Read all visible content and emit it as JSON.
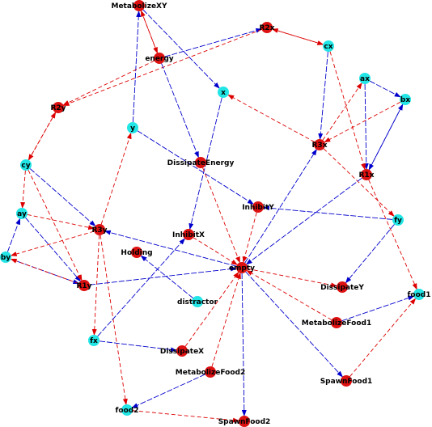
{
  "colors": {
    "red": "#dd0000",
    "blue": "#0000cc",
    "cyan": "#22e5e5",
    "node_red": "#dd1111"
  },
  "nodes": [
    {
      "id": "MetabolizeXY",
      "label": "MetabolizeXY",
      "color": "red"
    },
    {
      "id": "R2x",
      "label": "R2x",
      "color": "red"
    },
    {
      "id": "cx",
      "label": "cx",
      "color": "cyan"
    },
    {
      "id": "energy",
      "label": "energy",
      "color": "red"
    },
    {
      "id": "ax",
      "label": "ax",
      "color": "cyan"
    },
    {
      "id": "x",
      "label": "x",
      "color": "cyan"
    },
    {
      "id": "bx",
      "label": "bx",
      "color": "cyan"
    },
    {
      "id": "R2y",
      "label": "R2y",
      "color": "red"
    },
    {
      "id": "y",
      "label": "y",
      "color": "cyan"
    },
    {
      "id": "R3x",
      "label": "R3x",
      "color": "red"
    },
    {
      "id": "cy",
      "label": "cy",
      "color": "cyan"
    },
    {
      "id": "DissipateEnergy",
      "label": "DissipateEnergy",
      "color": "red"
    },
    {
      "id": "R1x",
      "label": "R1x",
      "color": "red"
    },
    {
      "id": "ay",
      "label": "ay",
      "color": "cyan"
    },
    {
      "id": "InhibitY",
      "label": "InhibitY",
      "color": "red"
    },
    {
      "id": "fy",
      "label": "fy",
      "color": "cyan"
    },
    {
      "id": "R3y",
      "label": "R3y",
      "color": "red"
    },
    {
      "id": "InhibitX",
      "label": "InhibitX",
      "color": "red"
    },
    {
      "id": "by",
      "label": "by",
      "color": "cyan"
    },
    {
      "id": "Holding",
      "label": "Holding",
      "color": "red"
    },
    {
      "id": "empty",
      "label": "empty",
      "color": "red"
    },
    {
      "id": "R1y",
      "label": "R1y",
      "color": "red"
    },
    {
      "id": "DissipateY",
      "label": "DissipateY",
      "color": "red"
    },
    {
      "id": "food1",
      "label": "food1",
      "color": "cyan"
    },
    {
      "id": "distractor",
      "label": "distractor",
      "color": "cyan"
    },
    {
      "id": "MetabolizeFood1",
      "label": "MetabolizeFood1",
      "color": "red"
    },
    {
      "id": "fx",
      "label": "fx",
      "color": "cyan"
    },
    {
      "id": "DissipateX",
      "label": "DissipateX",
      "color": "red"
    },
    {
      "id": "MetabolizeFood2",
      "label": "MetabolizeFood2",
      "color": "red"
    },
    {
      "id": "SpawnFood1",
      "label": "SpawnFood1",
      "color": "red"
    },
    {
      "id": "food2",
      "label": "food2",
      "color": "cyan"
    },
    {
      "id": "SpawnFood2",
      "label": "SpawnFood2",
      "color": "red"
    }
  ],
  "edges": [
    {
      "from": "MetabolizeXY",
      "to": "energy",
      "color": "red"
    },
    {
      "from": "energy",
      "to": "MetabolizeXY",
      "color": "red"
    },
    {
      "from": "y",
      "to": "MetabolizeXY",
      "color": "blue"
    },
    {
      "from": "MetabolizeXY",
      "to": "x",
      "color": "blue"
    },
    {
      "from": "energy",
      "to": "R2x",
      "color": "blue"
    },
    {
      "from": "R2x",
      "to": "cx",
      "color": "red"
    },
    {
      "from": "cx",
      "to": "R2x",
      "color": "red"
    },
    {
      "from": "R2x",
      "to": "R2y",
      "color": "red"
    },
    {
      "from": "energy",
      "to": "R2y",
      "color": "red"
    },
    {
      "from": "R2y",
      "to": "cy",
      "color": "red"
    },
    {
      "from": "cy",
      "to": "R2y",
      "color": "red"
    },
    {
      "from": "energy",
      "to": "DissipateEnergy",
      "color": "blue"
    },
    {
      "from": "x",
      "to": "InhibitX",
      "color": "blue"
    },
    {
      "from": "R3x",
      "to": "x",
      "color": "red"
    },
    {
      "from": "cx",
      "to": "R3x",
      "color": "blue"
    },
    {
      "from": "R3x",
      "to": "ax",
      "color": "red"
    },
    {
      "from": "ax",
      "to": "R1x",
      "color": "blue"
    },
    {
      "from": "ax",
      "to": "bx",
      "color": "blue"
    },
    {
      "from": "bx",
      "to": "R3x",
      "color": "red"
    },
    {
      "from": "bx",
      "to": "R1x",
      "color": "blue"
    },
    {
      "from": "R1x",
      "to": "bx",
      "color": "blue"
    },
    {
      "from": "cx",
      "to": "R1x",
      "color": "red"
    },
    {
      "from": "R3x",
      "to": "fy",
      "color": "red"
    },
    {
      "from": "R1x",
      "to": "food1",
      "color": "red"
    },
    {
      "from": "y",
      "to": "InhibitY",
      "color": "blue"
    },
    {
      "from": "R3y",
      "to": "y",
      "color": "red"
    },
    {
      "from": "cy",
      "to": "ay",
      "color": "red"
    },
    {
      "from": "cy",
      "to": "R3y",
      "color": "blue"
    },
    {
      "from": "ay",
      "to": "R3y",
      "color": "red"
    },
    {
      "from": "ay",
      "to": "R1y",
      "color": "blue"
    },
    {
      "from": "by",
      "to": "ay",
      "color": "blue"
    },
    {
      "from": "R3y",
      "to": "by",
      "color": "red"
    },
    {
      "from": "by",
      "to": "R1y",
      "color": "blue"
    },
    {
      "from": "R1y",
      "to": "by",
      "color": "red"
    },
    {
      "from": "cy",
      "to": "R1y",
      "color": "red"
    },
    {
      "from": "R3y",
      "to": "fx",
      "color": "red"
    },
    {
      "from": "R3y",
      "to": "food2",
      "color": "red"
    },
    {
      "from": "fy",
      "to": "DissipateY",
      "color": "blue"
    },
    {
      "from": "fy",
      "to": "InhibitY",
      "color": "blue"
    },
    {
      "from": "fx",
      "to": "DissipateX",
      "color": "blue"
    },
    {
      "from": "fx",
      "to": "InhibitX",
      "color": "blue"
    },
    {
      "from": "empty",
      "to": "R3x",
      "color": "blue"
    },
    {
      "from": "R1x",
      "to": "empty",
      "color": "blue"
    },
    {
      "from": "empty",
      "to": "R3y",
      "color": "blue"
    },
    {
      "from": "R1y",
      "to": "empty",
      "color": "blue"
    },
    {
      "from": "DissipateEnergy",
      "to": "empty",
      "color": "red"
    },
    {
      "from": "InhibitY",
      "to": "empty",
      "color": "red"
    },
    {
      "from": "InhibitX",
      "to": "empty",
      "color": "red"
    },
    {
      "from": "empty",
      "to": "DissipateY",
      "color": "red"
    },
    {
      "from": "MetabolizeFood1",
      "to": "empty",
      "color": "red"
    },
    {
      "from": "empty",
      "to": "SpawnFood1",
      "color": "blue"
    },
    {
      "from": "empty",
      "to": "SpawnFood2",
      "color": "blue"
    },
    {
      "from": "DissipateX",
      "to": "empty",
      "color": "red"
    },
    {
      "from": "MetabolizeFood2",
      "to": "empty",
      "color": "red"
    },
    {
      "from": "distractor",
      "to": "Holding",
      "color": "blue"
    },
    {
      "from": "MetabolizeFood1",
      "to": "food1",
      "color": "blue"
    },
    {
      "from": "SpawnFood1",
      "to": "food1",
      "color": "red"
    },
    {
      "from": "MetabolizeFood2",
      "to": "food2",
      "color": "blue"
    },
    {
      "from": "food2",
      "to": "SpawnFood2",
      "color": "red"
    }
  ]
}
